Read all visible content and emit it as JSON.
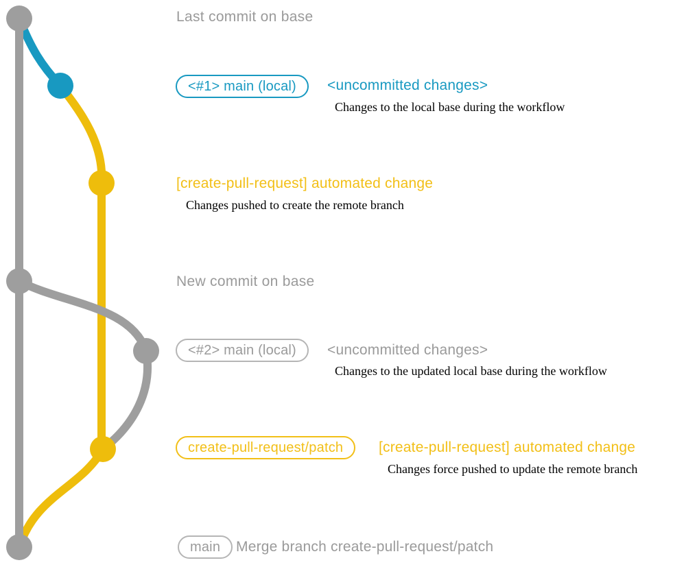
{
  "colors": {
    "graph_gray": "#9e9e9e",
    "graph_teal": "#1899c1",
    "graph_yellow": "#eebd0c",
    "text_gray": "#9a9a9a",
    "text_yellow": "#f2bf17",
    "border_gray": "#b5b5b5",
    "text_black": "#000000"
  },
  "labels": {
    "last_commit": "Last commit on base",
    "new_commit": "New commit on base",
    "badge1": "<#1> main (local)",
    "uncommitted1": "<uncommitted changes>",
    "desc1": "Changes to the local base during the workflow",
    "auto1": "[create-pull-request] automated change",
    "desc2": "Changes pushed to create the remote branch",
    "badge2": "<#2> main (local)",
    "uncommitted2": "<uncommitted changes>",
    "desc3": "Changes to the updated local base during the workflow",
    "badge3": "create-pull-request/patch",
    "auto2": "[create-pull-request] automated change",
    "desc4": "Changes force pushed to update the remote branch",
    "badge4": "main",
    "merge": "Merge branch create-pull-request/patch"
  }
}
